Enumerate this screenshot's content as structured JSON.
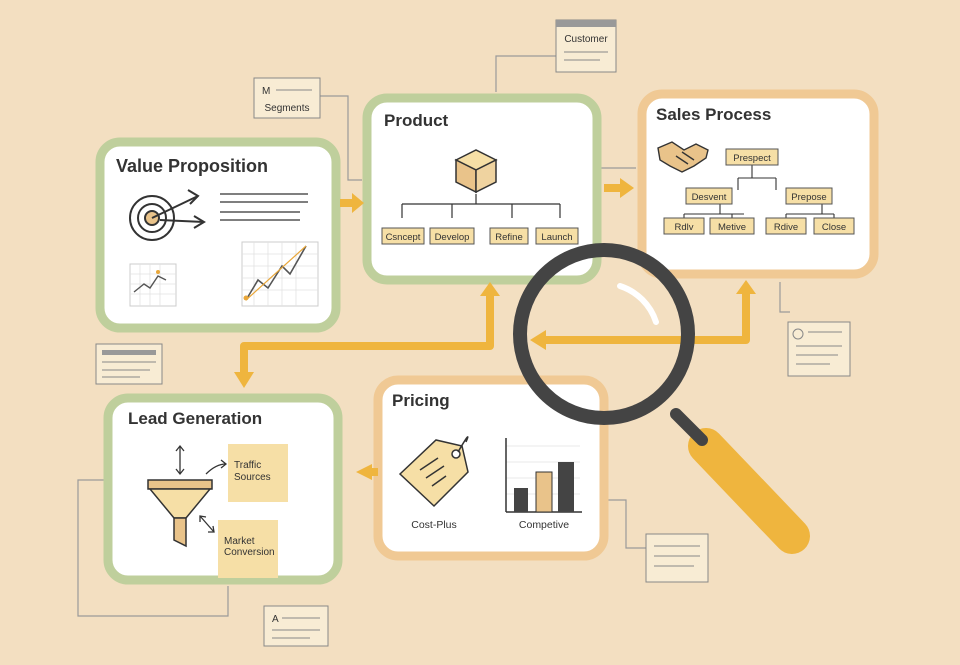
{
  "colors": {
    "background": "#f3dfc1",
    "green_border": "#bfcf9c",
    "orange_border": "#f0c994",
    "arrow": "#efb53e",
    "sticky": "#f6dfa6",
    "magnifier_ring": "#444444",
    "magnifier_handle": "#efb53e"
  },
  "notes": {
    "customer": "Customer",
    "segments": "Segments"
  },
  "value_proposition": {
    "title": "Value Proposition"
  },
  "product": {
    "title": "Product",
    "steps": [
      "Csncept",
      "Develop",
      "Refine",
      "Launch"
    ]
  },
  "sales_process": {
    "title": "Sales Process",
    "top": "Prespect",
    "mid": [
      "Desvent",
      "Prepose"
    ],
    "bottom": [
      "Rdlv",
      "Metive",
      "Rdive",
      "Close"
    ]
  },
  "lead_generation": {
    "title": "Lead Generation",
    "note1": [
      "Traffic",
      "Sources"
    ],
    "note2": [
      "Market",
      "Conversion"
    ]
  },
  "pricing": {
    "title": "Pricing",
    "left_label": "Cost-Plus",
    "right_label": "Competive"
  },
  "icons": [
    "target-icon",
    "box-icon",
    "handshake-icon",
    "funnel-icon",
    "price-tag-icon",
    "bar-chart-icon",
    "magnifier-icon",
    "line-chart-icon"
  ]
}
